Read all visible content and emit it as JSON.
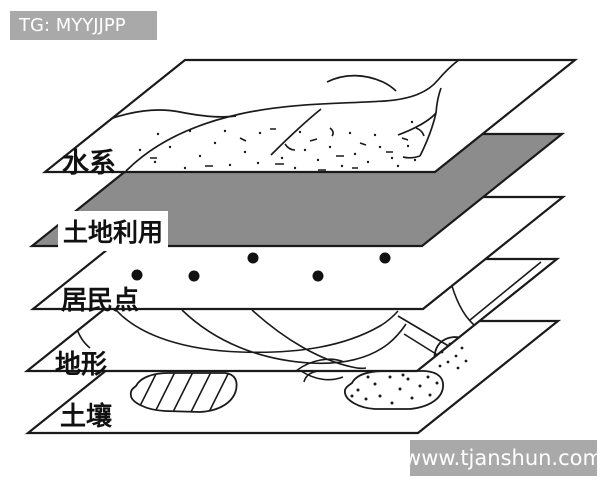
{
  "watermarks": {
    "top_left": "TG: MYYJJPP",
    "bottom_right": "www.tjanshun.com"
  },
  "diagram": {
    "type": "gis-layer-stack",
    "description": "Five stacked map layers shown as tilted parallelograms",
    "layers": [
      {
        "id": "water-system",
        "label": "水系",
        "fill": "#ffffff",
        "content": "river-lines-and-speckles"
      },
      {
        "id": "land-use",
        "label": "土地利用",
        "fill": "#8c8c8c",
        "content": "solid-gray-plane"
      },
      {
        "id": "settlements",
        "label": "居民点",
        "fill": "#ffffff",
        "content": "settlement-dots",
        "settlement_count": 5
      },
      {
        "id": "terrain",
        "label": "地形",
        "fill": "#ffffff",
        "content": "contour-lines-slope-fan-gravel-patch"
      },
      {
        "id": "soil",
        "label": "土壤",
        "fill": "#ffffff",
        "content": "hatched-patch-and-stippled-patch"
      }
    ]
  },
  "colors": {
    "line": "#1a1a1a",
    "land_use_gray": "#8c8c8c",
    "watermark_bg": "#a9a9a9",
    "watermark_text": "#ffffff",
    "page_bg": "#ffffff"
  }
}
